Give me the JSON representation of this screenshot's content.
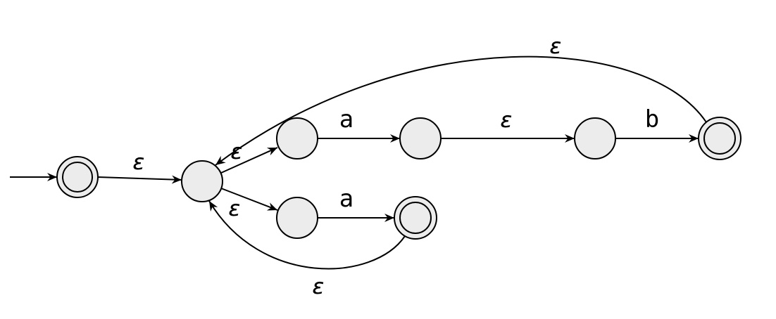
{
  "diagram": {
    "type": "state-machine",
    "description": "NFA with epsilon transitions",
    "colors": {
      "node_fill": "#ececec",
      "stroke": "#000000",
      "background": "#ffffff"
    },
    "states": [
      {
        "id": "q0",
        "shape": "double-circle",
        "start": true,
        "accepting": true
      },
      {
        "id": "q1",
        "shape": "circle",
        "start": false,
        "accepting": false
      },
      {
        "id": "q2",
        "shape": "circle",
        "start": false,
        "accepting": false
      },
      {
        "id": "q3",
        "shape": "circle",
        "start": false,
        "accepting": false
      },
      {
        "id": "q4",
        "shape": "circle",
        "start": false,
        "accepting": false
      },
      {
        "id": "q5",
        "shape": "double-circle",
        "start": false,
        "accepting": true
      },
      {
        "id": "q6",
        "shape": "circle",
        "start": false,
        "accepting": false
      },
      {
        "id": "q7",
        "shape": "double-circle",
        "start": false,
        "accepting": true
      }
    ],
    "transitions": [
      {
        "from": "q0",
        "to": "q1",
        "label": "ε"
      },
      {
        "from": "q1",
        "to": "q2",
        "label": "ε"
      },
      {
        "from": "q2",
        "to": "q3",
        "label": "a"
      },
      {
        "from": "q3",
        "to": "q4",
        "label": "ε"
      },
      {
        "from": "q4",
        "to": "q5",
        "label": "b"
      },
      {
        "from": "q5",
        "to": "q1",
        "label": "ε"
      },
      {
        "from": "q1",
        "to": "q6",
        "label": "ε"
      },
      {
        "from": "q6",
        "to": "q7",
        "label": "a"
      },
      {
        "from": "q7",
        "to": "q1",
        "label": "ε"
      }
    ]
  }
}
